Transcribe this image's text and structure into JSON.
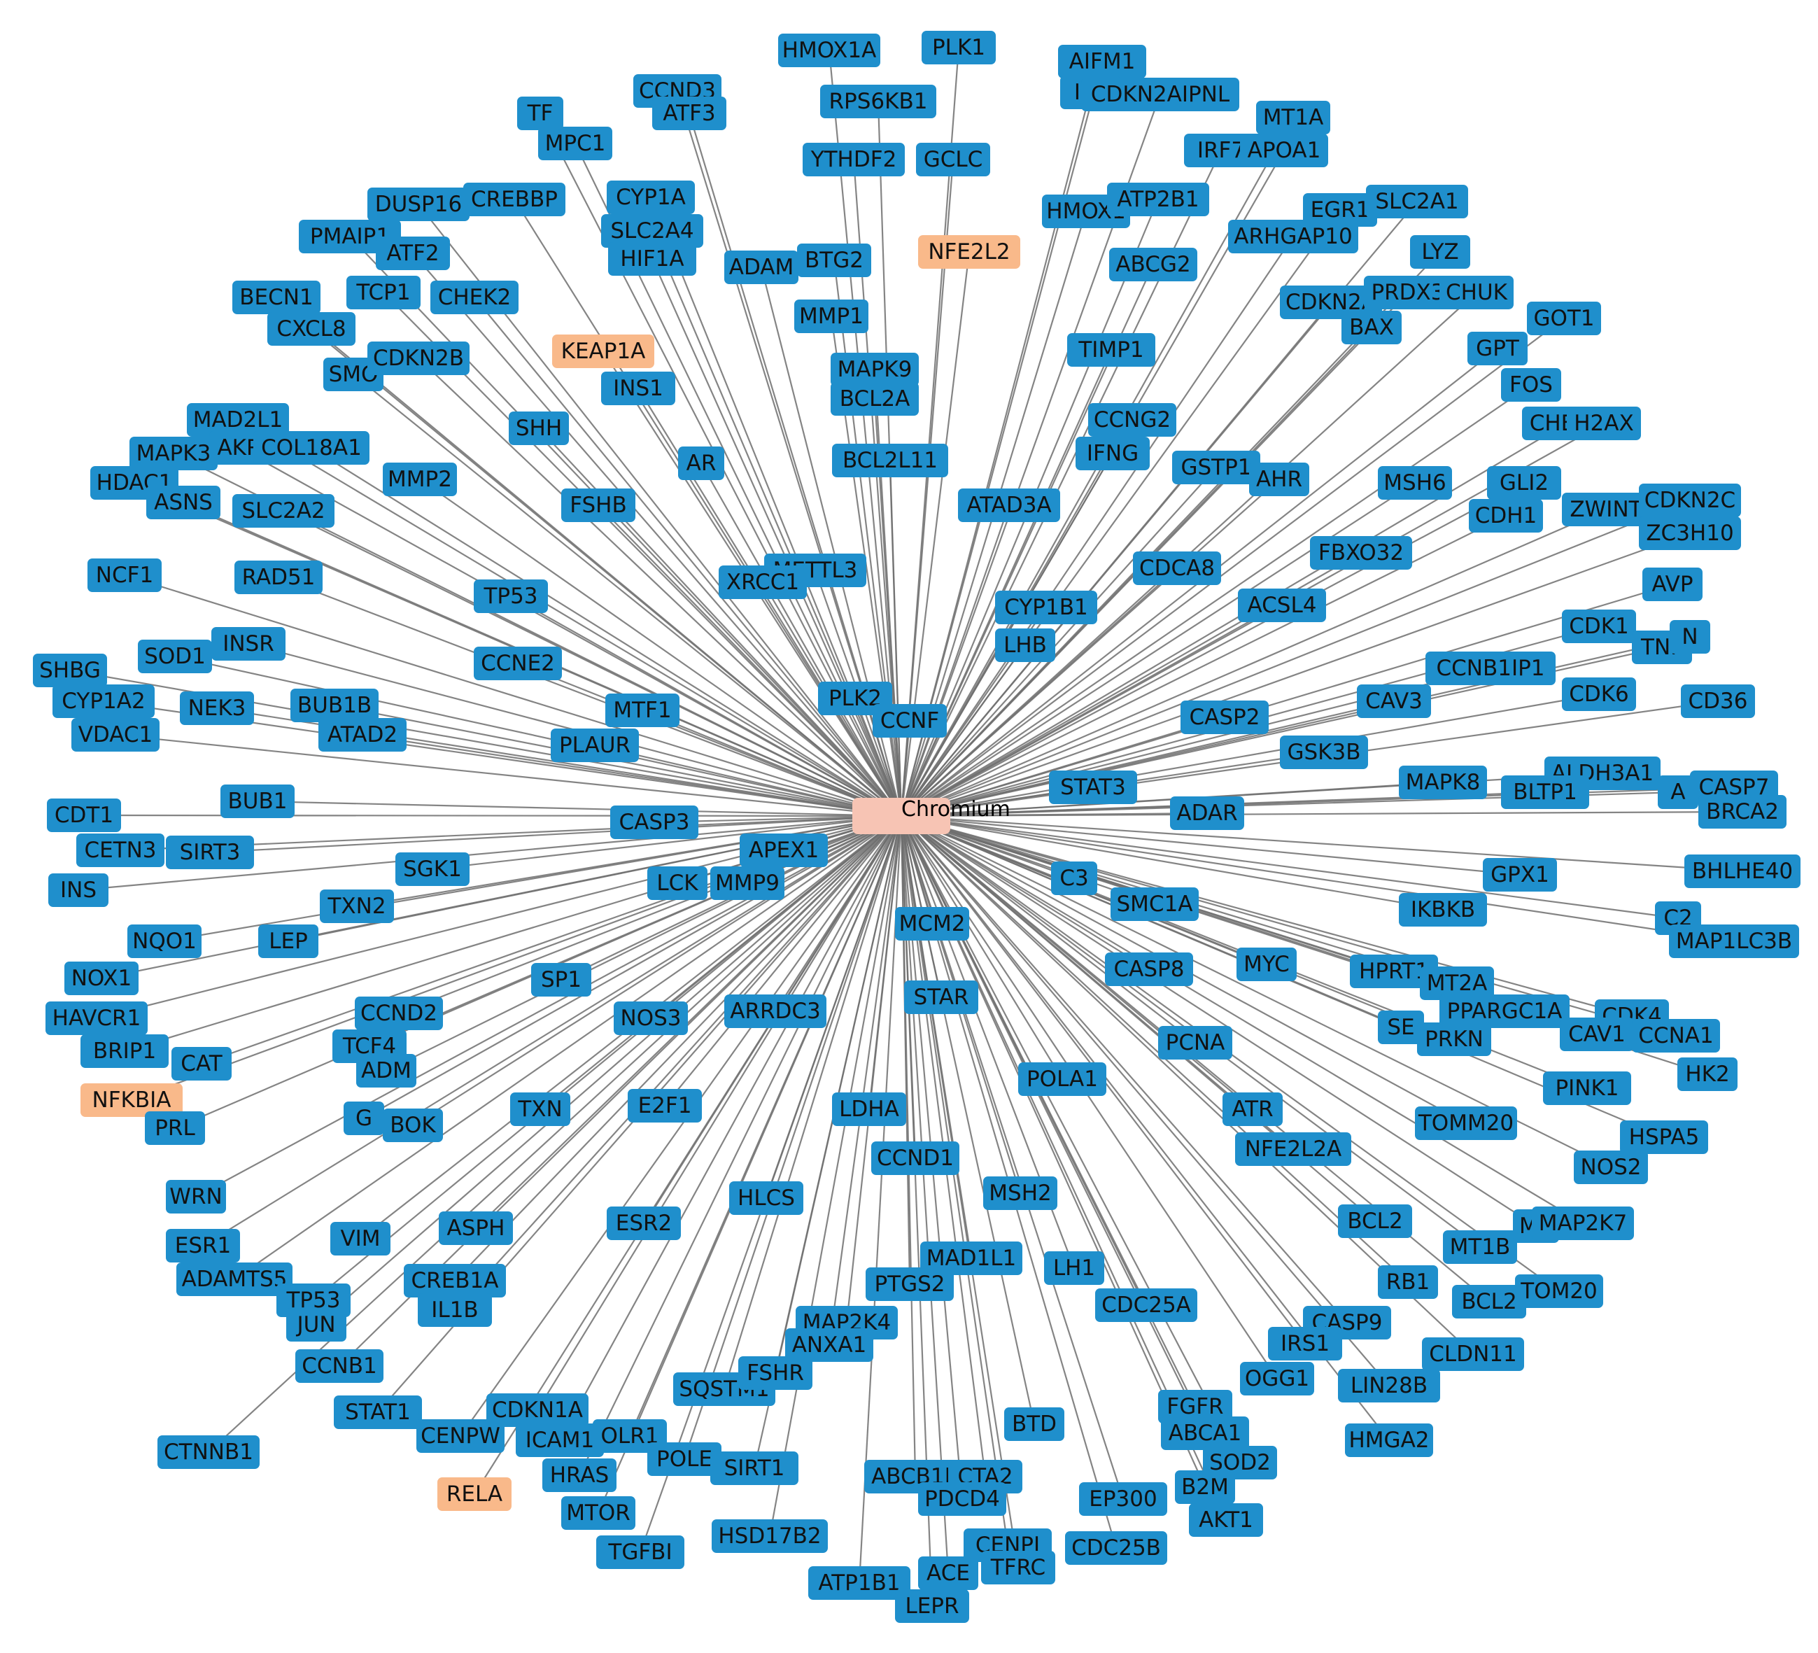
{
  "colors": {
    "target": "#1f8fcc",
    "highlight": "#f9b98a",
    "hub": "#f7c4b4",
    "edge": "#6f6f6f",
    "label": "#111111"
  },
  "hub": {
    "id": "Chromium",
    "label": "Chromium"
  },
  "highlight_nodes": [
    "NFE2L2",
    "KEAP1A",
    "NFKBIA",
    "RELA"
  ],
  "nodes": [
    {
      "id": "HMOX1A",
      "label": "HMOX1A"
    },
    {
      "id": "PLK1",
      "label": "PLK1"
    },
    {
      "id": "RPS6KB1",
      "label": "RPS6KB1"
    },
    {
      "id": "YTHDF2",
      "label": "YTHDF2"
    },
    {
      "id": "GCLC",
      "label": "GCLC"
    },
    {
      "id": "NFE2L2",
      "label": "NFE2L2"
    },
    {
      "id": "CCND3",
      "label": "CCND3"
    },
    {
      "id": "ATF3",
      "label": "ATF3"
    },
    {
      "id": "MPC1",
      "label": "MPC1"
    },
    {
      "id": "TF",
      "label": "TF"
    },
    {
      "id": "DUSP16",
      "label": "DUSP16"
    },
    {
      "id": "CREBBP",
      "label": "CREBBP"
    },
    {
      "id": "CYP1A",
      "label": "CYP1A"
    },
    {
      "id": "SLC2A4",
      "label": "SLC2A4"
    },
    {
      "id": "HIF1A",
      "label": "HIF1A"
    },
    {
      "id": "ADAM",
      "label": "ADAM"
    },
    {
      "id": "BTG2",
      "label": "BTG2"
    },
    {
      "id": "MMP1",
      "label": "MMP1"
    },
    {
      "id": "PMAIP1",
      "label": "PMAIP1"
    },
    {
      "id": "ATF2",
      "label": "ATF2"
    },
    {
      "id": "BECN1",
      "label": "BECN1"
    },
    {
      "id": "TCP1",
      "label": "TCP1"
    },
    {
      "id": "CHEK2",
      "label": "CHEK2"
    },
    {
      "id": "CXCL8",
      "label": "CXCL8"
    },
    {
      "id": "KEAP1A",
      "label": "KEAP1A"
    },
    {
      "id": "INS1",
      "label": "INS1"
    },
    {
      "id": "SMO",
      "label": "SMO"
    },
    {
      "id": "CDKN2B",
      "label": "CDKN2B"
    },
    {
      "id": "MAPK9",
      "label": "MAPK9"
    },
    {
      "id": "BCL2A",
      "label": "BCL2A"
    },
    {
      "id": "MAD2L1",
      "label": "MAD2L1"
    },
    {
      "id": "MAPK3",
      "label": "MAPK3"
    },
    {
      "id": "AKR",
      "label": "AKR"
    },
    {
      "id": "COL18A1",
      "label": "COL18A1"
    },
    {
      "id": "SHH",
      "label": "SHH"
    },
    {
      "id": "AR",
      "label": "AR"
    },
    {
      "id": "BCL2L11",
      "label": "BCL2L11"
    },
    {
      "id": "HDAC1",
      "label": "HDAC1"
    },
    {
      "id": "ASNS",
      "label": "ASNS"
    },
    {
      "id": "MMP2",
      "label": "MMP2"
    },
    {
      "id": "SLC2A2",
      "label": "SLC2A2"
    },
    {
      "id": "FSHB",
      "label": "FSHB"
    },
    {
      "id": "ATAD3A",
      "label": "ATAD3A"
    },
    {
      "id": "NCF1",
      "label": "NCF1"
    },
    {
      "id": "RAD51",
      "label": "RAD51"
    },
    {
      "id": "METTL3",
      "label": "METTL3"
    },
    {
      "id": "XRCC1",
      "label": "XRCC1"
    },
    {
      "id": "TP53",
      "label": "TP53"
    },
    {
      "id": "SOD1",
      "label": "SOD1"
    },
    {
      "id": "INSR",
      "label": "INSR"
    },
    {
      "id": "SHBG",
      "label": "SHBG"
    },
    {
      "id": "CCNE2",
      "label": "CCNE2"
    },
    {
      "id": "CYP1A2",
      "label": "CYP1A2"
    },
    {
      "id": "NEK3",
      "label": "NEK3"
    },
    {
      "id": "BUB1B",
      "label": "BUB1B"
    },
    {
      "id": "MTF1",
      "label": "MTF1"
    },
    {
      "id": "PLK2",
      "label": "PLK2"
    },
    {
      "id": "CCNF",
      "label": "CCNF"
    },
    {
      "id": "VDAC1",
      "label": "VDAC1"
    },
    {
      "id": "ATAD2",
      "label": "ATAD2"
    },
    {
      "id": "PLAUR",
      "label": "PLAUR"
    },
    {
      "id": "CDT1",
      "label": "CDT1"
    },
    {
      "id": "BUB1",
      "label": "BUB1"
    },
    {
      "id": "CASP3",
      "label": "CASP3"
    },
    {
      "id": "CETN3",
      "label": "CETN3"
    },
    {
      "id": "SIRT3",
      "label": "SIRT3"
    },
    {
      "id": "APEX1",
      "label": "APEX1"
    },
    {
      "id": "INS",
      "label": "INS"
    },
    {
      "id": "SGK1",
      "label": "SGK1"
    },
    {
      "id": "LCK",
      "label": "LCK"
    },
    {
      "id": "MMP9",
      "label": "MMP9"
    },
    {
      "id": "TXN2",
      "label": "TXN2"
    },
    {
      "id": "NQO1",
      "label": "NQO1"
    },
    {
      "id": "LEP",
      "label": "LEP"
    },
    {
      "id": "NOX1",
      "label": "NOX1"
    },
    {
      "id": "SP1",
      "label": "SP1"
    },
    {
      "id": "HAVCR1",
      "label": "HAVCR1"
    },
    {
      "id": "CCND2",
      "label": "CCND2"
    },
    {
      "id": "NOS3",
      "label": "NOS3"
    },
    {
      "id": "ARRDC3",
      "label": "ARRDC3"
    },
    {
      "id": "BRIP1",
      "label": "BRIP1"
    },
    {
      "id": "TCF4",
      "label": "TCF4"
    },
    {
      "id": "CAT",
      "label": "CAT"
    },
    {
      "id": "ADM",
      "label": "ADM"
    },
    {
      "id": "NFKBIA",
      "label": "NFKBIA"
    },
    {
      "id": "PRL",
      "label": "PRL"
    },
    {
      "id": "G",
      "label": "G"
    },
    {
      "id": "BOK",
      "label": "BOK"
    },
    {
      "id": "TXN",
      "label": "TXN"
    },
    {
      "id": "E2F1",
      "label": "E2F1"
    },
    {
      "id": "WRN",
      "label": "WRN"
    },
    {
      "id": "HLCS",
      "label": "HLCS"
    },
    {
      "id": "ESR2",
      "label": "ESR2"
    },
    {
      "id": "ESR1",
      "label": "ESR1"
    },
    {
      "id": "VIM",
      "label": "VIM"
    },
    {
      "id": "ASPH",
      "label": "ASPH"
    },
    {
      "id": "ADAMTS5",
      "label": "ADAMTS5"
    },
    {
      "id": "CREB1A",
      "label": "CREB1A"
    },
    {
      "id": "TP53B",
      "label": "TP53"
    },
    {
      "id": "JUN",
      "label": "JUN"
    },
    {
      "id": "IL1B",
      "label": "IL1B"
    },
    {
      "id": "CCNB1",
      "label": "CCNB1"
    },
    {
      "id": "STAT1",
      "label": "STAT1"
    },
    {
      "id": "CDKN1A",
      "label": "CDKN1A"
    },
    {
      "id": "CENPW",
      "label": "CENPW"
    },
    {
      "id": "ICAM1",
      "label": "ICAM1"
    },
    {
      "id": "OLR1",
      "label": "OLR1"
    },
    {
      "id": "CTNNB1",
      "label": "CTNNB1"
    },
    {
      "id": "HRAS",
      "label": "HRAS"
    },
    {
      "id": "POLE",
      "label": "POLE"
    },
    {
      "id": "MTOR",
      "label": "MTOR"
    },
    {
      "id": "RELA",
      "label": "RELA"
    },
    {
      "id": "SQSTM1",
      "label": "SQSTM1"
    },
    {
      "id": "FSHR",
      "label": "FSHR"
    },
    {
      "id": "SIRT1",
      "label": "SIRT1"
    },
    {
      "id": "TGFBI",
      "label": "TGFBI"
    },
    {
      "id": "HSD17B2",
      "label": "HSD17B2"
    },
    {
      "id": "MAP2K4",
      "label": "MAP2K4"
    },
    {
      "id": "ANXA1",
      "label": "ANXA1"
    },
    {
      "id": "PTGS2",
      "label": "PTGS2"
    },
    {
      "id": "LDHA",
      "label": "LDHA"
    },
    {
      "id": "CCND1",
      "label": "CCND1"
    },
    {
      "id": "MCM2",
      "label": "MCM2"
    },
    {
      "id": "STAR",
      "label": "STAR"
    },
    {
      "id": "MAD1L1",
      "label": "MAD1L1"
    },
    {
      "id": "LH1",
      "label": "LH1"
    },
    {
      "id": "MSH2",
      "label": "MSH2"
    },
    {
      "id": "ABCB1B",
      "label": "ABCB1B"
    },
    {
      "id": "CTA2",
      "label": "CTA2"
    },
    {
      "id": "PDCD4",
      "label": "PDCD4"
    },
    {
      "id": "BTD",
      "label": "BTD"
    },
    {
      "id": "ATP1B1",
      "label": "ATP1B1"
    },
    {
      "id": "ACE",
      "label": "ACE"
    },
    {
      "id": "LEPR",
      "label": "LEPR"
    },
    {
      "id": "CENPI",
      "label": "CENPI"
    },
    {
      "id": "TFRC",
      "label": "TFRC"
    },
    {
      "id": "EP300",
      "label": "EP300"
    },
    {
      "id": "CDC25B",
      "label": "CDC25B"
    },
    {
      "id": "POLA1",
      "label": "POLA1"
    },
    {
      "id": "CDC25A",
      "label": "CDC25A"
    },
    {
      "id": "AIFM1",
      "label": "AIFM1"
    },
    {
      "id": "IL6",
      "label": "IL6"
    },
    {
      "id": "CDKN2AIPNL",
      "label": "CDKN2AIPNL"
    },
    {
      "id": "MT1A",
      "label": "MT1A"
    },
    {
      "id": "IRF7",
      "label": "IRF7"
    },
    {
      "id": "APOA1",
      "label": "APOA1"
    },
    {
      "id": "HMOX1",
      "label": "HMOX1"
    },
    {
      "id": "ATP2B1",
      "label": "ATP2B1"
    },
    {
      "id": "EGR1",
      "label": "EGR1"
    },
    {
      "id": "SLC2A1",
      "label": "SLC2A1"
    },
    {
      "id": "ARHGAP10",
      "label": "ARHGAP10"
    },
    {
      "id": "ABCG2",
      "label": "ABCG2"
    },
    {
      "id": "LYZ",
      "label": "LYZ"
    },
    {
      "id": "CDKN2A",
      "label": "CDKN2A"
    },
    {
      "id": "PRDX3",
      "label": "PRDX3"
    },
    {
      "id": "CHUK",
      "label": "CHUK"
    },
    {
      "id": "BAX",
      "label": "BAX"
    },
    {
      "id": "GOT1",
      "label": "GOT1"
    },
    {
      "id": "TIMP1",
      "label": "TIMP1"
    },
    {
      "id": "GPT",
      "label": "GPT"
    },
    {
      "id": "FOS",
      "label": "FOS"
    },
    {
      "id": "CCNG2",
      "label": "CCNG2"
    },
    {
      "id": "IFNG",
      "label": "IFNG"
    },
    {
      "id": "CHEK1",
      "label": "CHEK1"
    },
    {
      "id": "H2AX",
      "label": "H2AX"
    },
    {
      "id": "GSTP1",
      "label": "GSTP1"
    },
    {
      "id": "AHR",
      "label": "AHR"
    },
    {
      "id": "MSH6",
      "label": "MSH6"
    },
    {
      "id": "GLI2",
      "label": "GLI2"
    },
    {
      "id": "CDH1",
      "label": "CDH1"
    },
    {
      "id": "ZWINT",
      "label": "ZWINT"
    },
    {
      "id": "CDKN2C",
      "label": "CDKN2C"
    },
    {
      "id": "ZC3H10",
      "label": "ZC3H10"
    },
    {
      "id": "FBXO32",
      "label": "FBXO32"
    },
    {
      "id": "CDCA8",
      "label": "CDCA8"
    },
    {
      "id": "ACSL4",
      "label": "ACSL4"
    },
    {
      "id": "AVP",
      "label": "AVP"
    },
    {
      "id": "CYP1B1",
      "label": "CYP1B1"
    },
    {
      "id": "LHB",
      "label": "LHB"
    },
    {
      "id": "CDK1",
      "label": "CDK1"
    },
    {
      "id": "TNF",
      "label": "TNF"
    },
    {
      "id": "LEPTIN",
      "label": "N"
    },
    {
      "id": "CCNB1IP1",
      "label": "CCNB1IP1"
    },
    {
      "id": "CAV3",
      "label": "CAV3"
    },
    {
      "id": "CDK6",
      "label": "CDK6"
    },
    {
      "id": "CD36",
      "label": "CD36"
    },
    {
      "id": "CASP2",
      "label": "CASP2"
    },
    {
      "id": "GSK3B",
      "label": "GSK3B"
    },
    {
      "id": "STAT3",
      "label": "STAT3"
    },
    {
      "id": "ALDH3A1",
      "label": "ALDH3A1"
    },
    {
      "id": "MAPK8",
      "label": "MAPK8"
    },
    {
      "id": "BLTP1",
      "label": "BLTP1"
    },
    {
      "id": "A",
      "label": "A"
    },
    {
      "id": "CASP7",
      "label": "CASP7"
    },
    {
      "id": "BRCA2",
      "label": "BRCA2"
    },
    {
      "id": "ADAR",
      "label": "ADAR"
    },
    {
      "id": "GPX1",
      "label": "GPX1"
    },
    {
      "id": "BHLHE40",
      "label": "BHLHE40"
    },
    {
      "id": "C3",
      "label": "C3"
    },
    {
      "id": "SMC1A",
      "label": "SMC1A"
    },
    {
      "id": "IKBKB",
      "label": "IKBKB"
    },
    {
      "id": "C2",
      "label": "C2"
    },
    {
      "id": "MAP1LC3B",
      "label": "MAP1LC3B"
    },
    {
      "id": "CASP8",
      "label": "CASP8"
    },
    {
      "id": "MYC",
      "label": "MYC"
    },
    {
      "id": "HPRT1",
      "label": "HPRT1"
    },
    {
      "id": "MT2A",
      "label": "MT2A"
    },
    {
      "id": "PPARGC1A",
      "label": "PPARGC1A"
    },
    {
      "id": "SESN2",
      "label": "SE"
    },
    {
      "id": "CDK4",
      "label": "CDK4"
    },
    {
      "id": "PRKN",
      "label": "PRKN"
    },
    {
      "id": "CAV1",
      "label": "CAV1"
    },
    {
      "id": "CCNA1",
      "label": "CCNA1"
    },
    {
      "id": "HK2",
      "label": "HK2"
    },
    {
      "id": "PCNA",
      "label": "PCNA"
    },
    {
      "id": "PINK1",
      "label": "PINK1"
    },
    {
      "id": "ATR",
      "label": "ATR"
    },
    {
      "id": "TOMM20A",
      "label": "TOMM20"
    },
    {
      "id": "HSPA5",
      "label": "HSPA5"
    },
    {
      "id": "NFE2L2A",
      "label": "NFE2L2A"
    },
    {
      "id": "NOS2",
      "label": "NOS2"
    },
    {
      "id": "BCL2",
      "label": "BCL2"
    },
    {
      "id": "MT1B",
      "label": "MT1B"
    },
    {
      "id": "MAPK",
      "label": "MA"
    },
    {
      "id": "MAP2K7",
      "label": "MAP2K7"
    },
    {
      "id": "RB1",
      "label": "RB1"
    },
    {
      "id": "BCL2B",
      "label": "BCL2"
    },
    {
      "id": "TOMM20",
      "label": "TOM20"
    },
    {
      "id": "CASP9",
      "label": "CASP9"
    },
    {
      "id": "IRS1",
      "label": "IRS1"
    },
    {
      "id": "CLDN11",
      "label": "CLDN11"
    },
    {
      "id": "OGG1",
      "label": "OGG1"
    },
    {
      "id": "LIN28B",
      "label": "LIN28B"
    },
    {
      "id": "FGFR",
      "label": "FGFR"
    },
    {
      "id": "ABCA1",
      "label": "ABCA1"
    },
    {
      "id": "HMGA2",
      "label": "HMGA2"
    },
    {
      "id": "SOD2",
      "label": "SOD2"
    },
    {
      "id": "B2M",
      "label": "B2M"
    },
    {
      "id": "AKT1",
      "label": "AKT1"
    }
  ]
}
